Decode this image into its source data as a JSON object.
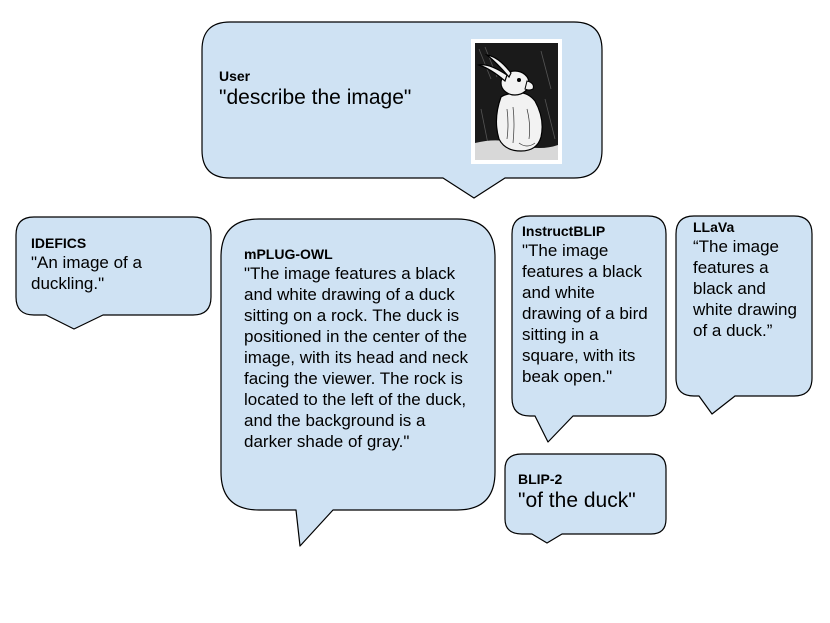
{
  "user": {
    "speaker": "User",
    "message": "\"describe the image\""
  },
  "responses": {
    "idefics": {
      "speaker": "IDEFICS",
      "message": "\"An image of a duckling.\""
    },
    "mplug": {
      "speaker": "mPLUG-OWL",
      "message": "\"The image features a black and white drawing of a duck sitting on a rock. The duck is positioned in the center of the image, with its head and neck facing the viewer. The rock is located to the left of the duck, and the background is a darker shade of gray.\""
    },
    "instructblip": {
      "speaker": "InstructBLIP",
      "message": "\"The image features a black and white drawing of a bird sitting in a square, with its beak open.\""
    },
    "llava": {
      "speaker": "LLaVa",
      "message": "“The image features a black and white drawing of a duck.”"
    },
    "blip2": {
      "speaker": "BLIP-2",
      "message": "\"of the duck\""
    }
  },
  "colors": {
    "bubble_fill": "#cfe2f3",
    "bubble_stroke": "#000000"
  },
  "icons": {
    "stimulus": "duck-rabbit-illusion-image"
  }
}
